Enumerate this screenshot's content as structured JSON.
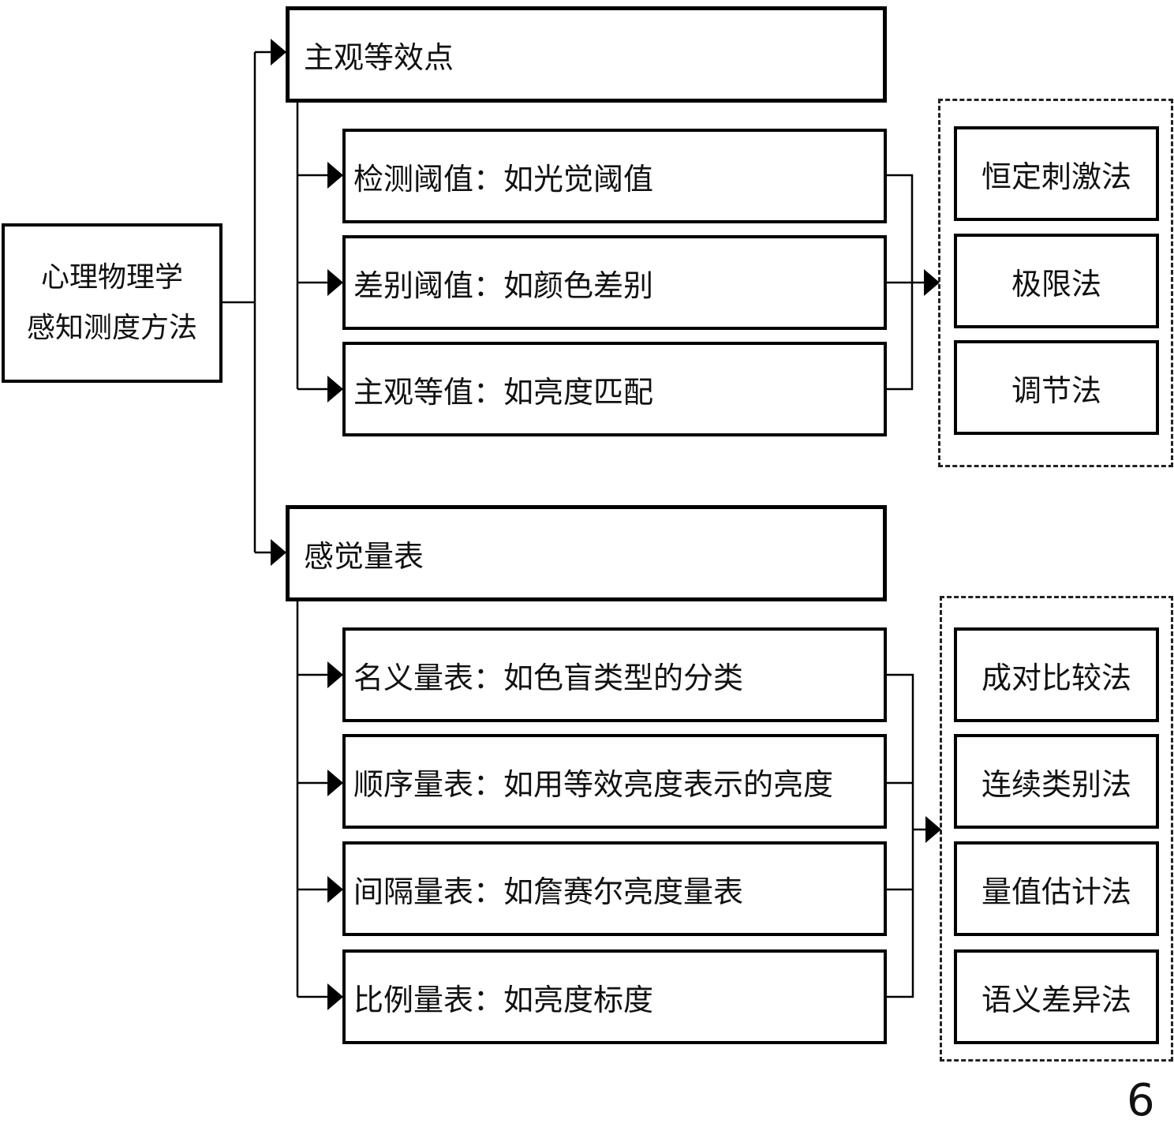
{
  "root": {
    "line1": "心理物理学",
    "line2": "感知测度方法"
  },
  "categories": [
    {
      "title": "主观等效点",
      "items": [
        "检测阈值：如光觉阈值",
        "差别阈值：如颜色差别",
        "主观等值：如亮度匹配"
      ],
      "methods": [
        "恒定刺激法",
        "极限法",
        "调节法"
      ]
    },
    {
      "title": "感觉量表",
      "items": [
        "名义量表：如色盲类型的分类",
        "顺序量表：如用等效亮度表示的亮度",
        "间隔量表：如詹赛尔亮度量表",
        "比例量表：如亮度标度"
      ],
      "methods": [
        "成对比较法",
        "连续类别法",
        "量值估计法",
        "语义差异法"
      ]
    }
  ],
  "page_number": "6"
}
